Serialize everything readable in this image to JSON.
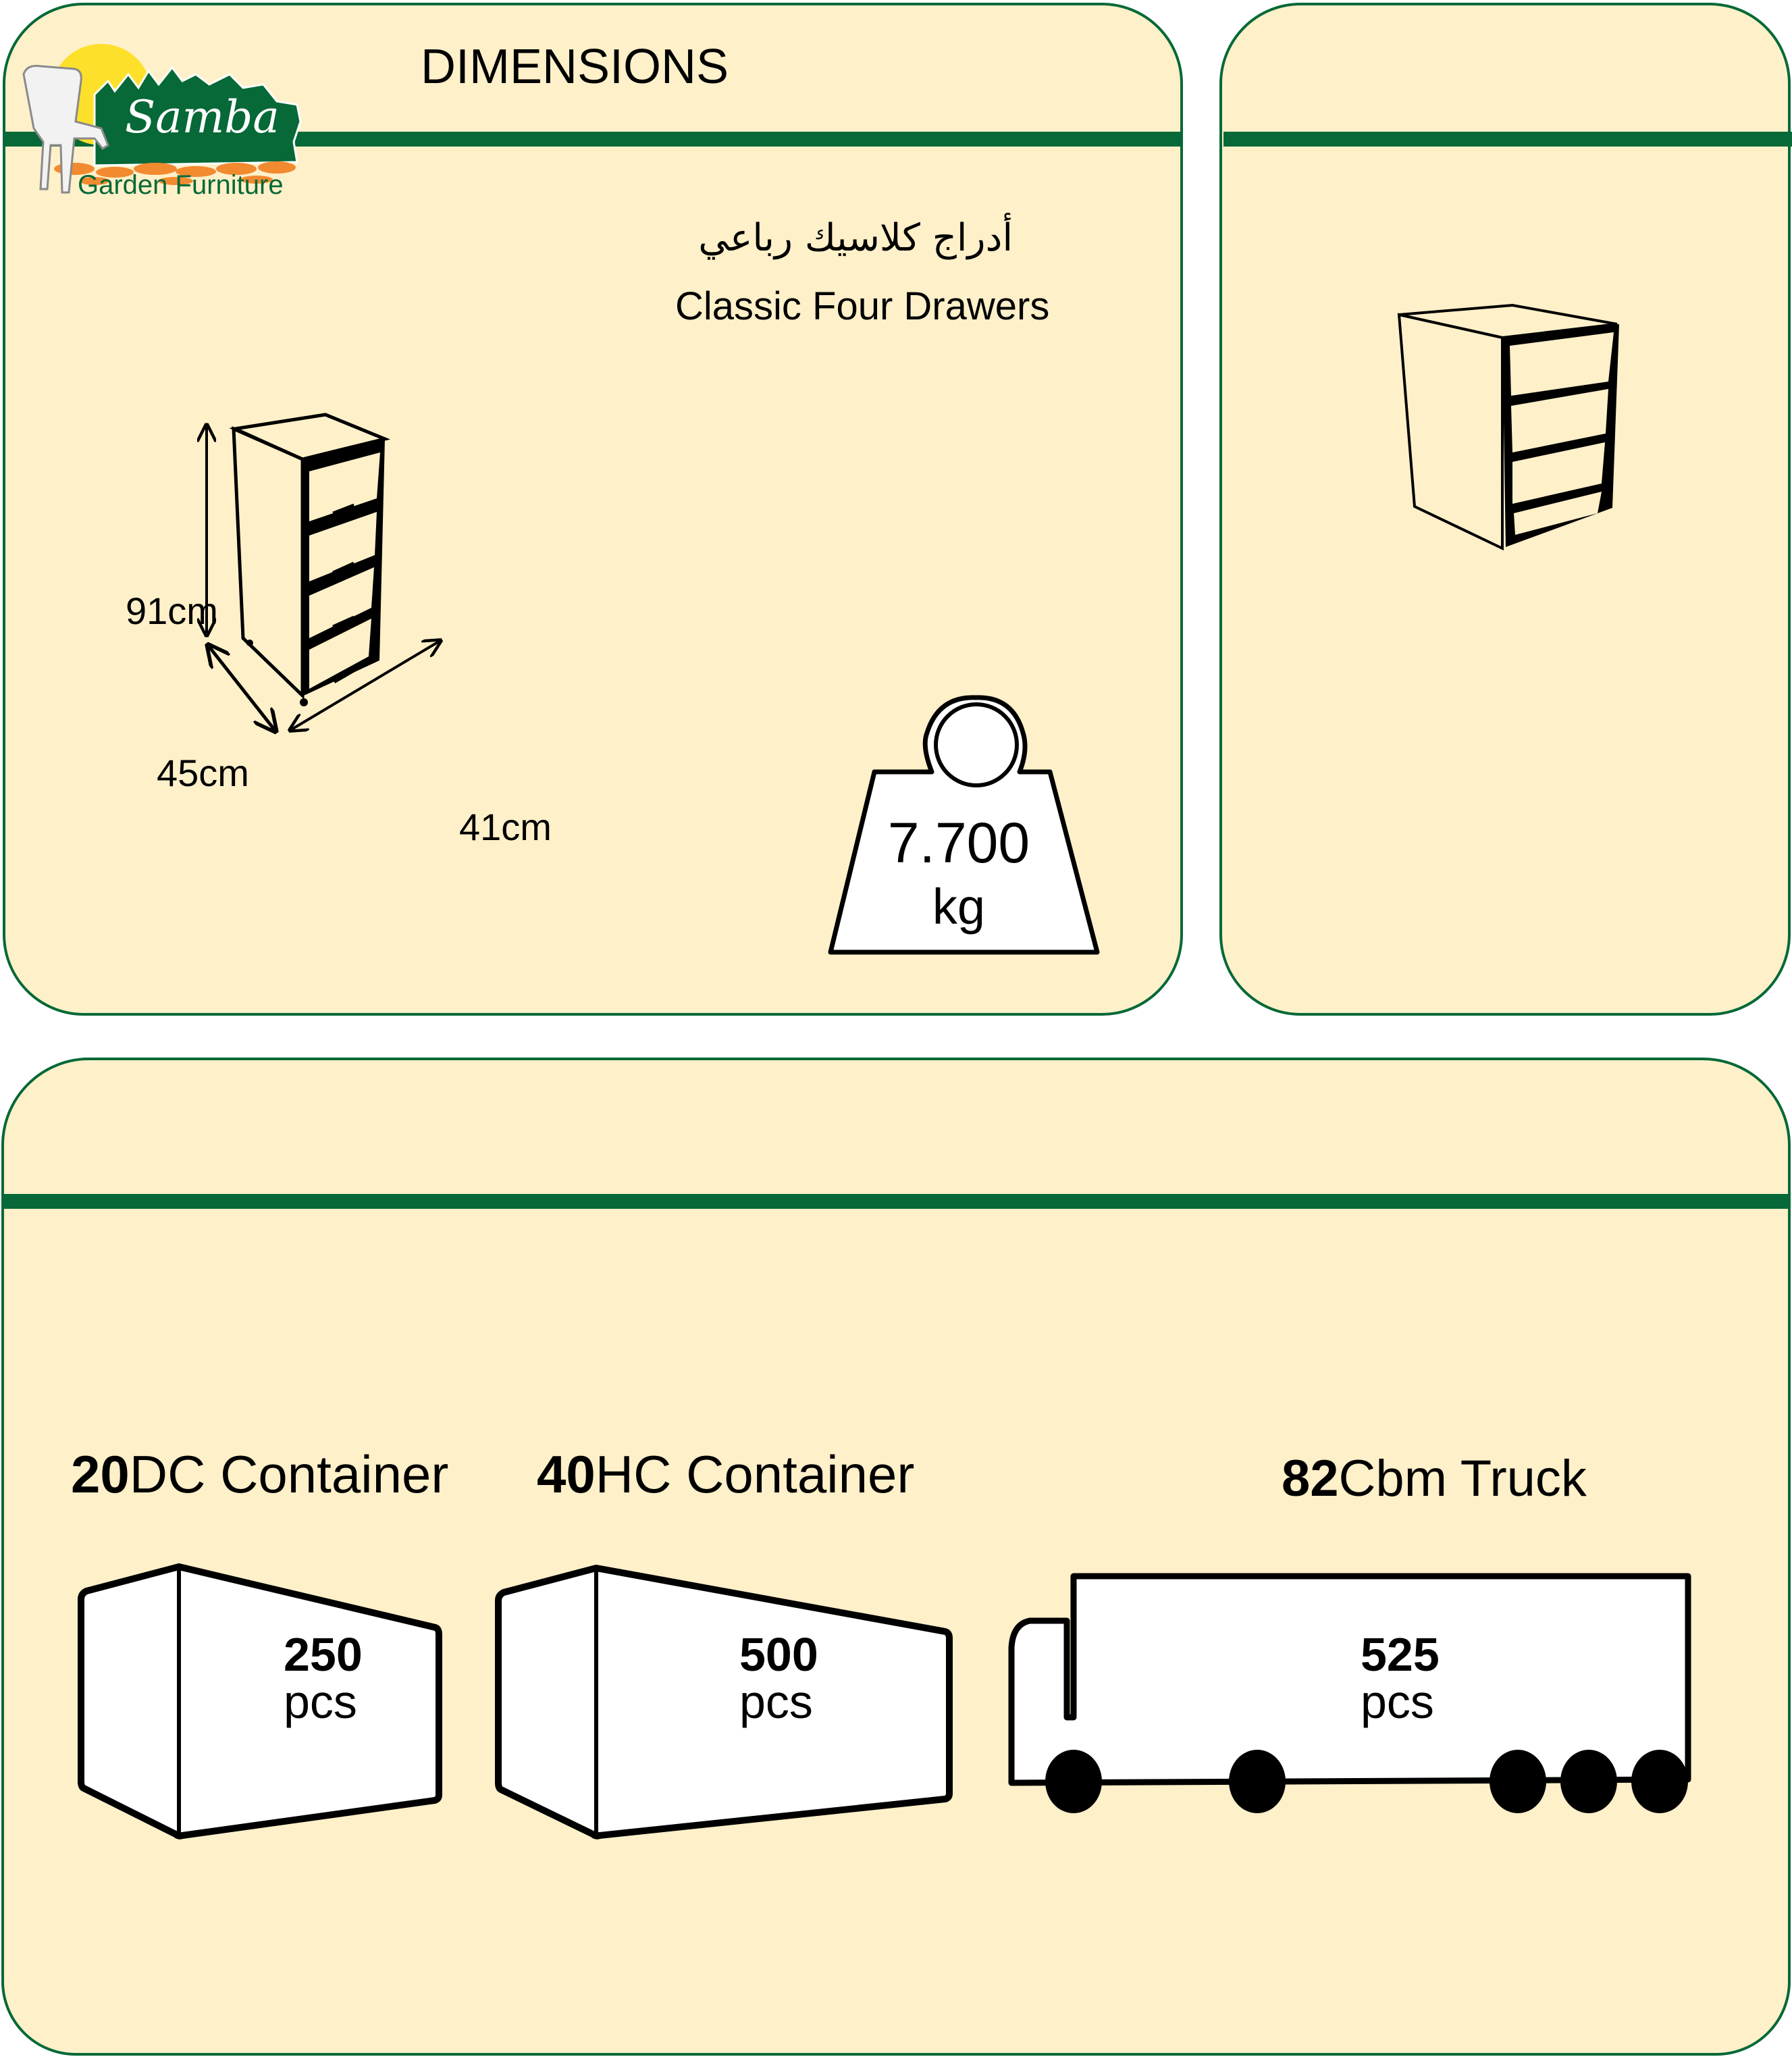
{
  "brand": {
    "name": "Samba",
    "tagline": "Garden Furniture",
    "colors": {
      "green": "#066937",
      "sun": "#fde02a",
      "stones": "#f28a30",
      "panel_bg": "#fef0c9"
    }
  },
  "header": {
    "title": "DIMENSIONS"
  },
  "product": {
    "name_ar": "أدراج كلاسيك رباعي",
    "name_en": "Classic Four Drawers",
    "dimensions": {
      "height": "91cm",
      "depth": "45cm",
      "width": "41cm"
    },
    "weight": {
      "value": "7.700",
      "unit": "kg"
    }
  },
  "shipping": [
    {
      "prefix": "20",
      "label": "DC Container",
      "qty": "250",
      "unit": "pcs",
      "icon": "container-icon"
    },
    {
      "prefix": "40",
      "label": "HC Container",
      "qty": "500",
      "unit": "pcs",
      "icon": "container-icon"
    },
    {
      "prefix": "82",
      "label": "Cbm Truck",
      "qty": "525",
      "unit": "pcs",
      "icon": "truck-icon"
    }
  ]
}
